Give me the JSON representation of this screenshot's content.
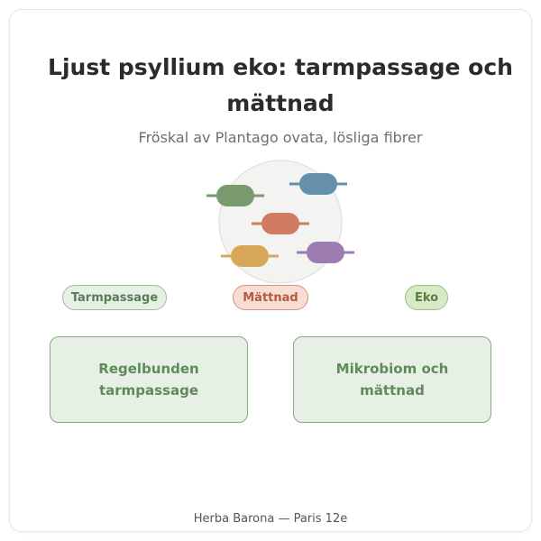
{
  "header": {
    "title": "Ljust psyllium eko: tarmpassage och mättnad",
    "subtitle": "Fröskal av Plantago ovata, lösliga fibrer"
  },
  "illustration": {
    "icon": "capsules-illustration",
    "capsule_colors": [
      "#789a6c",
      "#6590ac",
      "#d07b60",
      "#d8a85a",
      "#9d7cb1"
    ]
  },
  "tags": [
    {
      "label": "Tarmpassage"
    },
    {
      "label": "Mättnad"
    },
    {
      "label": "Eko"
    }
  ],
  "boxes": [
    {
      "label": "Regelbunden tarmpassage"
    },
    {
      "label": "Mikrobiom och mättnad"
    }
  ],
  "footer": {
    "text": "Herba Barona — Paris 12e"
  }
}
